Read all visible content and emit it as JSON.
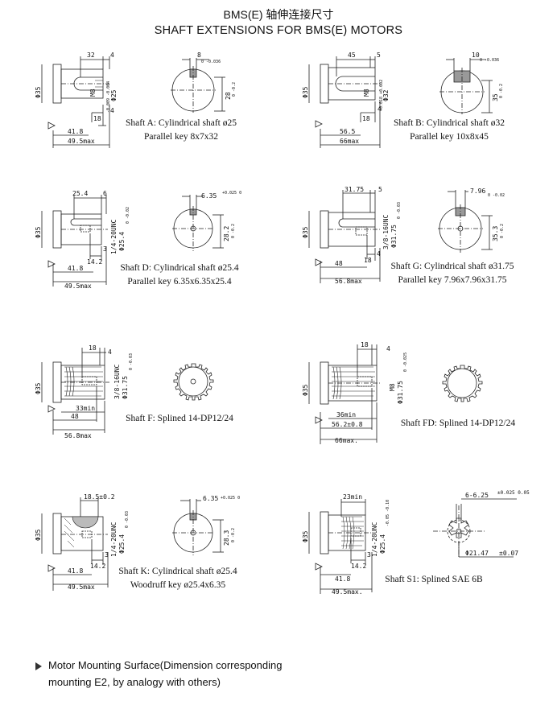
{
  "title": {
    "cn": "BMS(E) 轴伸连接尺寸",
    "en": "SHAFT EXTENSIONS FOR BMS(E)  MOTORS"
  },
  "panels": {
    "a": {
      "caption1": "Shaft A: Cylindrical shaft ø25",
      "caption2": "Parallel key 8x7x32",
      "dims": {
        "d32": "32",
        "d4": "4",
        "phi35": "Φ35",
        "m8": "M8",
        "phi25": "Φ25",
        "phi25_tol": "-0.009 -0.004",
        "d18": "18",
        "d4b": "4",
        "d41_8": "41.8",
        "d49_5": "49.5max",
        "key8": "8",
        "key8_tol": "0 -0.036",
        "d28": "28",
        "d28_tol": "0 -0.2"
      }
    },
    "b": {
      "caption1": "Shaft B: Cylindrical shaft ø32",
      "caption2": "Parallel key 10x8x45",
      "dims": {
        "d45": "45",
        "d5": "5",
        "phi35": "Φ35",
        "m8": "M8",
        "phi32": "Φ32",
        "phi32_tol": "+0.018 +0.002",
        "d18": "18",
        "d4": "4",
        "d56_5": "56.5",
        "d66": "66max",
        "key10": "10",
        "key10_tol": "0 -0.036",
        "d35": "35",
        "d35_tol": "0 -0.2"
      }
    },
    "d": {
      "caption1": "Shaft D: Cylindrical shaft ø25.4",
      "caption2": "Parallel key 6.35x6.35x25.4",
      "dims": {
        "d25_4": "25.4",
        "d6": "6",
        "phi35": "Φ35",
        "unc": "1/4-20UNC",
        "phi25_4": "Φ25.4",
        "phi25_4_tol": "0 -0.02",
        "d3": "3",
        "d14_2": "14.2",
        "d41_8": "41.8",
        "d49_5": "49.5max",
        "key": "6.35",
        "key_tol": "+0.025 0",
        "d28_2": "28.2",
        "d28_2_tol": "0 -0.2"
      }
    },
    "g": {
      "caption1": "Shaft G: Cylindrical shaft ø31.75",
      "caption2": "Parallel key 7.96x7.96x31.75",
      "dims": {
        "d31_75": "31.75",
        "d5": "5",
        "phi35": "Φ35",
        "unc": "3/8-16UNC",
        "phi31_75": "Φ31.75",
        "phi31_75_tol": "0 -0.03",
        "d4": "4",
        "d18": "18",
        "d48": "48",
        "d56_8": "56.8max",
        "key": "7.96",
        "key_tol": "0 -0.02",
        "d35_3": "35.3",
        "d35_3_tol": "0 -0.2"
      }
    },
    "f": {
      "caption1": "Shaft F: Splined 14-DP12/24",
      "dims": {
        "d18": "18",
        "d4": "4",
        "phi35": "Φ35",
        "unc": "3/8-16UNC",
        "phi31_75": "Φ31.75",
        "phi31_75_tol": "0 -0.03",
        "d33": "33min",
        "d48": "48",
        "d56_8": "56.8max"
      }
    },
    "fd": {
      "caption1": "Shaft FD: Splined 14-DP12/24",
      "dims": {
        "d18": "18",
        "d4": "4",
        "phi35": "Φ35",
        "m8": "M8",
        "phi31_75": "Φ31.75",
        "phi31_75_tol": "0 -0.025",
        "d36": "36min",
        "d56_2": "56.2±0.8",
        "d66": "66max."
      }
    },
    "k": {
      "caption1": "Shaft K: Cylindrical shaft ø25.4",
      "caption2": "Woodruff key ø25.4x6.35",
      "dims": {
        "d18_5": "18.5±0.2",
        "phi35": "Φ35",
        "unc": "1/4-20UNC",
        "phi25_4": "Φ25.4",
        "phi25_4_tol": "0 -0.03",
        "d3": "3",
        "d14_2": "14.2",
        "d41_8": "41.8",
        "d49_5": "49.5max",
        "key": "6.35",
        "key_tol": "+0.025 0",
        "d28_3": "28.3",
        "d28_3_tol": "0 -0.2"
      }
    },
    "s1": {
      "caption1": "Shaft S1: Splined SAE 6B",
      "dims": {
        "d23": "23min",
        "phi35": "Φ35",
        "unc": "1/4-20UNC",
        "phi25_4": "Φ25.4",
        "phi25_4_tol": "-0.05 -0.10",
        "d3": "3",
        "d14_2": "14.2",
        "d41_8": "41.8",
        "d49_5": "49.5max.",
        "spline": "6-6.25",
        "spline_tol": "±0.025 0.05",
        "phi21_47": "Φ21.47",
        "phi21_47_tol": "±0.07"
      }
    }
  },
  "footnote": {
    "line1": "Motor Mounting Surface(Dimension corresponding",
    "line2": "mounting E2, by analogy with others)"
  }
}
